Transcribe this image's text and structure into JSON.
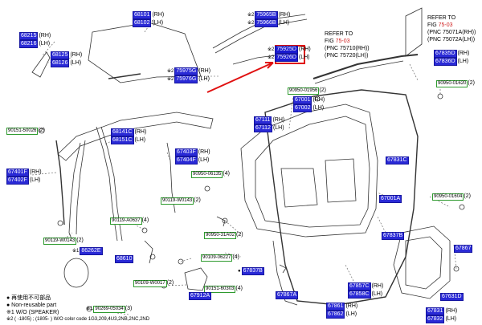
{
  "callouts": {
    "c68101": {
      "pns": [
        "68101",
        "68102"
      ],
      "sides": [
        "(RH)",
        "(LH)"
      ]
    },
    "c75965": {
      "mark": "※2",
      "pns": [
        "75965B",
        "75966B"
      ],
      "sides": [
        "(RH)",
        "(LH)"
      ]
    },
    "c75925": {
      "mark": "※2",
      "pns": [
        "75925D",
        "75926D"
      ],
      "sides": [
        "(RH)",
        "(LH)"
      ]
    },
    "c68215": {
      "pns": [
        "68215",
        "68216"
      ],
      "sides": [
        "(RH)",
        "(LH)"
      ]
    },
    "c68125": {
      "pns": [
        "68125",
        "68126"
      ],
      "sides": [
        "(RH)",
        "(LH)"
      ]
    },
    "c75975": {
      "mark": "※2",
      "pns": [
        "75975G",
        "75976G"
      ],
      "sides": [
        "(RH)",
        "(LH)"
      ]
    },
    "c67835": {
      "pns": [
        "67835D",
        "67836D"
      ],
      "sides": [
        "(RH)",
        "(LH)"
      ]
    },
    "c90950_01956": {
      "pg": "90950-01956",
      "qty": "(2)"
    },
    "c90950_01620": {
      "pg": "90950-01620",
      "qty": "(2)"
    },
    "c67001": {
      "pns": [
        "67001",
        "67002"
      ],
      "sides": [
        "(RH)",
        "(LH)"
      ]
    },
    "c67111": {
      "pns": [
        "67111",
        "67112"
      ],
      "sides": [
        "(RH)",
        "(LH)"
      ]
    },
    "c90151": {
      "pg": "90151-50026",
      "qty": "(2)"
    },
    "c68141": {
      "pns": [
        "68141C",
        "68151C"
      ],
      "sides": [
        "(RH)",
        "(LH)"
      ]
    },
    "c67403": {
      "pns": [
        "67403F",
        "67404F"
      ],
      "sides": [
        "(RH)",
        "(LH)"
      ]
    },
    "c67401": {
      "pns": [
        "67401F",
        "67402F"
      ],
      "sides": [
        "(RH)",
        "(LH)"
      ]
    },
    "c90950_06135": {
      "pg": "90950-06135",
      "qty": "(4)"
    },
    "c90119_w0143a": {
      "pg": "90119-W0143",
      "qty": "(2)"
    },
    "c67831c": {
      "pn": "67831C"
    },
    "c90119_a0637": {
      "pg": "90119-A0637",
      "qty": "(4)"
    },
    "c90950_31a02": {
      "pg": "90950-31A02",
      "qty": "(2)"
    },
    "c67001a": {
      "pn": "67001A"
    },
    "c90950_01604": {
      "pg": "90950-01604",
      "qty": "(2)"
    },
    "c90119_w0143b": {
      "pg": "90119-W0143",
      "qty": "(2)"
    },
    "c86262": {
      "mark": "※1",
      "pn": "86262E"
    },
    "c67837b_top": {
      "pn": "67837B"
    },
    "c68610": {
      "pn": "68610"
    },
    "c90109_06227": {
      "pg": "90109-06227",
      "qty": "(4)"
    },
    "c90109_w0017": {
      "pg": "90109-W0017",
      "qty": "(2)"
    },
    "c67837b_mid": {
      "pn": "67837B"
    },
    "c67867": {
      "pn": "67867"
    },
    "c90151_60303": {
      "pg": "90151-60303",
      "qty": "(4)"
    },
    "c67912a": {
      "pn": "67912A"
    },
    "c67867a": {
      "pn": "67867A"
    },
    "c67857c": {
      "pns": [
        "67857C",
        "67858C"
      ],
      "sides": [
        "(RH)",
        "(LH)"
      ]
    },
    "c67631": {
      "pn": "67631D"
    },
    "c90269": {
      "mark": "※1",
      "pg": "90269-05034",
      "qty": "(3)"
    },
    "c67861": {
      "pns": [
        "67861",
        "67862"
      ],
      "sides": [
        "(RH)",
        "(LH)"
      ]
    },
    "c67831": {
      "pns": [
        "67831",
        "67832"
      ],
      "sides": [
        "(RH)",
        "(LH)"
      ]
    }
  },
  "ref1": {
    "l1": "REFER TO",
    "l2a": "FIG ",
    "l2b": "75-03",
    "l3": "(PNC 75710(RH))",
    "l4": "(PNC 75720(LH))"
  },
  "ref2": {
    "l1": "REFER TO",
    "l2a": "FIG ",
    "l2b": "75-03",
    "l3": "(PNC 75071A(RH))",
    "l4": "(PNC 75072A(LH))"
  },
  "legend": {
    "l1": "● 再使用不可部品",
    "l2": "● Non-reusable part",
    "l3": "※1 W/O (SPEAKER)",
    "l4": "※2 (      -1805) ; (1805-      ) W/O color code 1G3,209,4U3,2NB,2NC,2ND"
  },
  "colors": {
    "pn_fill": "#2a2ad6",
    "pg_border": "#2e9a2e",
    "highlight": "#e01010",
    "ref_red": "#d02020"
  }
}
